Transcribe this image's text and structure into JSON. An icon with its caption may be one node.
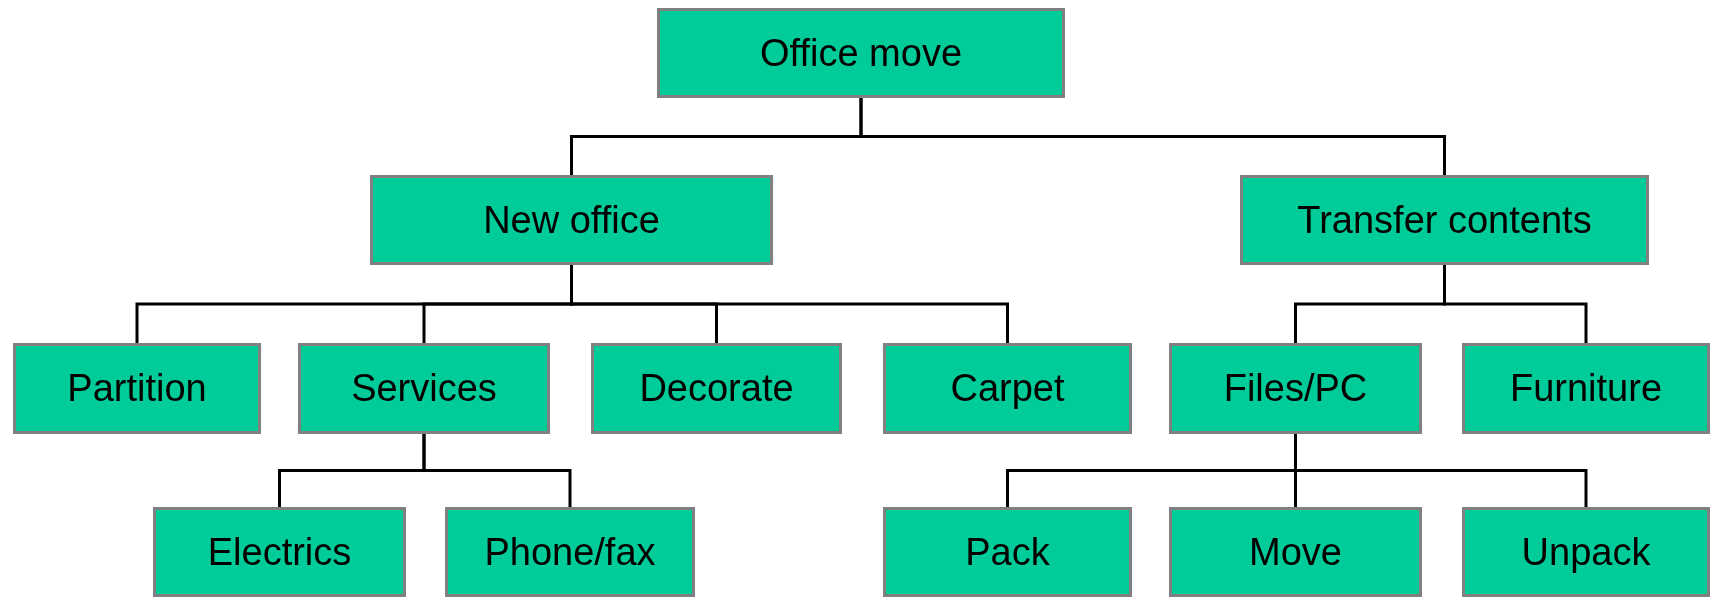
{
  "diagram": {
    "nodes": [
      {
        "text": [
          "Office move"
        ]
      },
      {
        "text": [
          "New office"
        ]
      },
      {
        "text": [
          "Transfer contents"
        ]
      },
      {
        "text": [
          "Partition"
        ]
      },
      {
        "text": [
          "Services"
        ]
      },
      {
        "text": [
          "Decorate"
        ]
      },
      {
        "text": [
          "Carpet"
        ]
      },
      {
        "text": [
          "Files/PC"
        ]
      },
      {
        "text": [
          "Furniture"
        ]
      },
      {
        "text": [
          "Electrics"
        ]
      },
      {
        "text": [
          "Phone/fax"
        ]
      },
      {
        "text": [
          "Pack"
        ]
      },
      {
        "text": [
          "Move"
        ]
      },
      {
        "text": [
          "Unpack"
        ]
      }
    ],
    "edges": [
      {
        "from": 0,
        "to": 1,
        "arrow": "none"
      },
      {
        "from": 0,
        "to": 2,
        "arrow": "none"
      },
      {
        "from": 1,
        "to": 3,
        "arrow": "none"
      },
      {
        "from": 1,
        "to": 4,
        "arrow": "none"
      },
      {
        "from": 1,
        "to": 5,
        "arrow": "none"
      },
      {
        "from": 1,
        "to": 6,
        "arrow": "none"
      },
      {
        "from": 2,
        "to": 7,
        "arrow": "none"
      },
      {
        "from": 2,
        "to": 8,
        "arrow": "none"
      },
      {
        "from": 4,
        "to": 9,
        "arrow": "none"
      },
      {
        "from": 4,
        "to": 10,
        "arrow": "none"
      },
      {
        "from": 7,
        "to": 11,
        "arrow": "none"
      },
      {
        "from": 7,
        "to": 12,
        "arrow": "none"
      },
      {
        "from": 7,
        "to": 13,
        "arrow": "none"
      }
    ]
  }
}
